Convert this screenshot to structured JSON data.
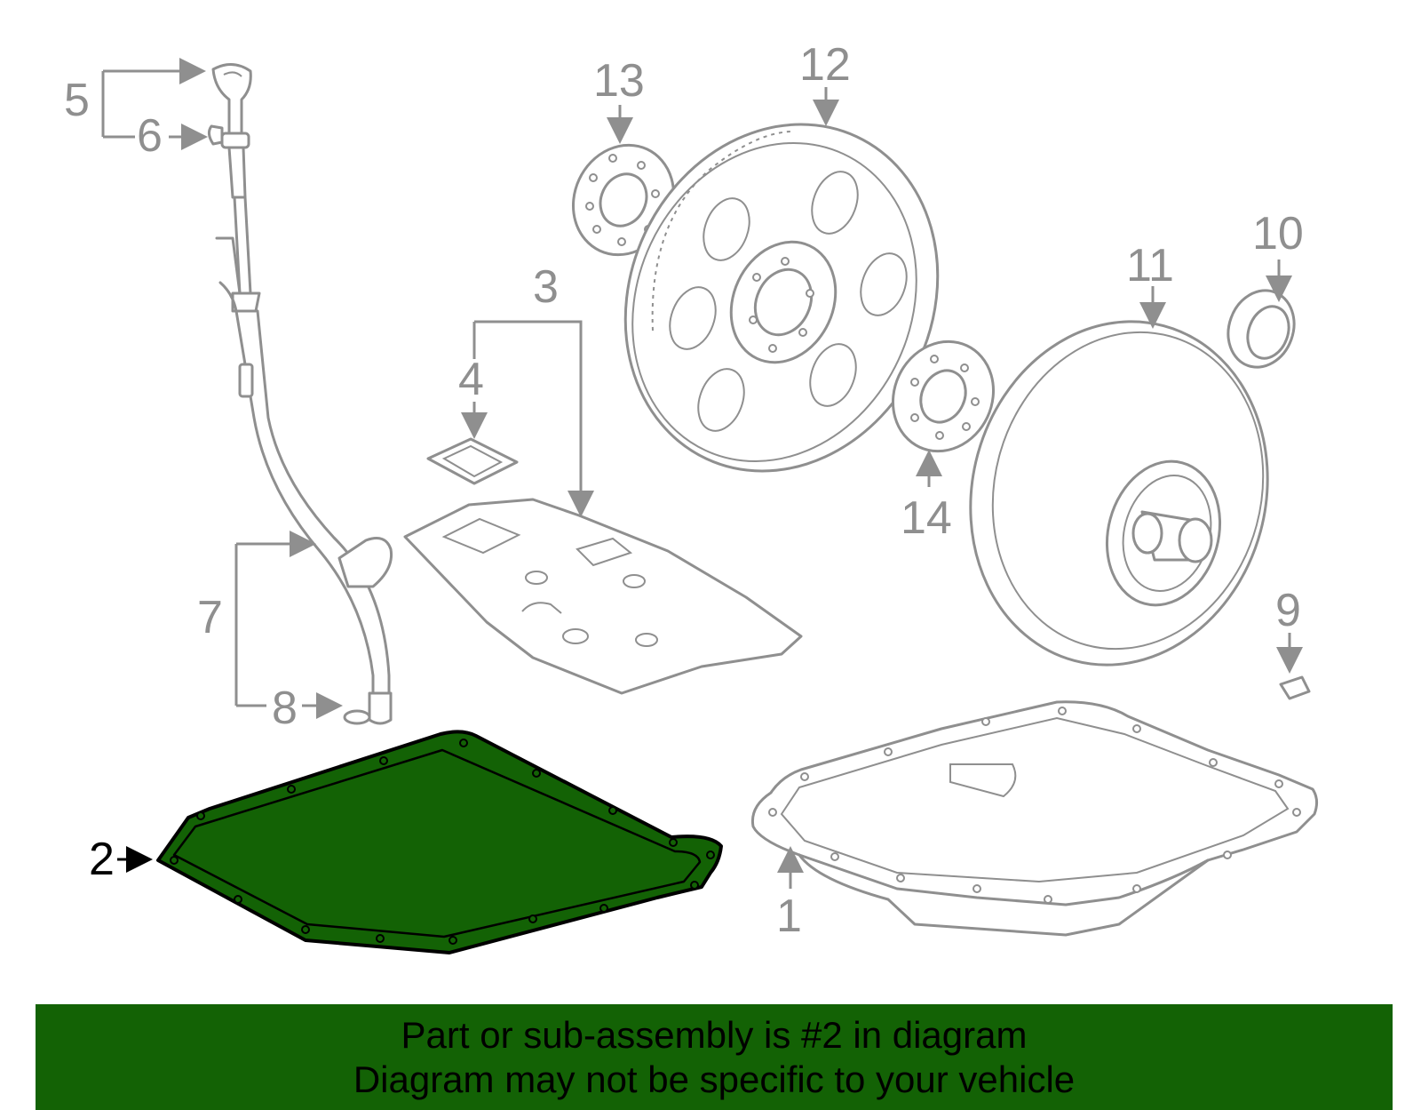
{
  "colors": {
    "highlight": "#136205",
    "part_stroke": "#8f8f8f",
    "banner_background": "#136205",
    "banner_text": "#000000"
  },
  "callouts": {
    "c1": "1",
    "c2": "2",
    "c3": "3",
    "c4": "4",
    "c5": "5",
    "c6": "6",
    "c7": "7",
    "c8": "8",
    "c9": "9",
    "c10": "10",
    "c11": "11",
    "c12": "12",
    "c13": "13",
    "c14": "14"
  },
  "highlighted_part": "2",
  "banner": {
    "line1": "Part or sub-assembly is #2 in diagram",
    "line2": "Diagram may not be specific to your vehicle"
  }
}
